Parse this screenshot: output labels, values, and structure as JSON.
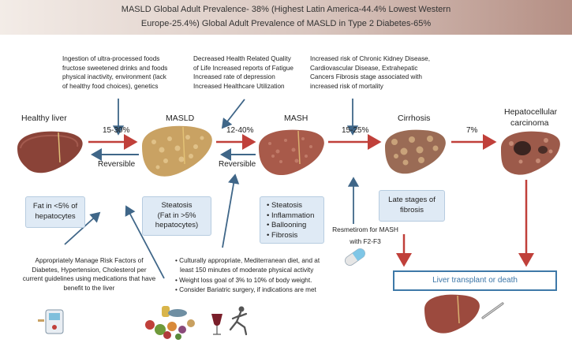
{
  "banner": {
    "line1": "MASLD Global Adult Prevalence- 38% (Highest Latin America-44.4% Lowest Western",
    "line2": "Europe-25.4%) Global Adult Prevalence of MASLD in Type 2 Diabetes-65%"
  },
  "top_notes": {
    "causes": [
      "Ingestion of ultra-processed foods",
      "fructose sweetened drinks and foods",
      "physical inactivity, environment (lack",
      "of healthy food choices), genetics"
    ],
    "quality": [
      "Decreased Health Related Quality",
      "of Life Increased reports of Fatigue",
      "Increased rate of depression",
      "Increased Healthcare Utilization"
    ],
    "risk": [
      "Increased risk of Chronic Kidney Disease,",
      "Cardiovascular Disease, Extrahepatic",
      "Cancers Fibrosis stage associated with",
      "increased risk of mortality"
    ]
  },
  "stages": {
    "healthy": "Healthy liver",
    "masld": "MASLD",
    "mash": "MASH",
    "cirrhosis": "Cirrhosis",
    "hcc_line1": "Hepatocellular",
    "hcc_line2": "carcinoma"
  },
  "transitions": {
    "t1": "15-30%",
    "t2": "12-40%",
    "t3": "15-25%",
    "t4": "7%",
    "reversible1": "Reversible",
    "reversible2": "Reversible"
  },
  "boxes": {
    "healthy": [
      "Fat in <5% of",
      "hepatocytes"
    ],
    "masld": [
      "Steatosis",
      "(Fat in >5%",
      "hepatocytes)"
    ],
    "mash": [
      "Steatosis",
      "Inflammation",
      "Ballooning",
      "Fibrosis"
    ],
    "cirrhosis": [
      "Late stages of",
      "fibrosis"
    ]
  },
  "resmetirom": [
    "Resmetirom for MASH",
    "with F2-F3"
  ],
  "outcome": "Liver transplant or death",
  "bottom_notes": {
    "manage": [
      "Appropriately Manage Risk Factors of",
      "Diabetes, Hypertension, Cholesterol per",
      "current guidelines using medications that have",
      "benefit to the liver"
    ],
    "lifestyle": [
      [
        "Culturally appropriate, Mediterranean diet, and at",
        "least 150 minutes of moderate physical activity"
      ],
      [
        "Weight loss goal of 3% to 10% of body weight."
      ],
      [
        "Consider Bariatric surgery, if indications are met"
      ]
    ]
  },
  "colors": {
    "red_arrow": "#c0403a",
    "blue_arrow": "#3f6688",
    "box_fill": "#dfeaf5",
    "outcome_border": "#3e79a8"
  }
}
